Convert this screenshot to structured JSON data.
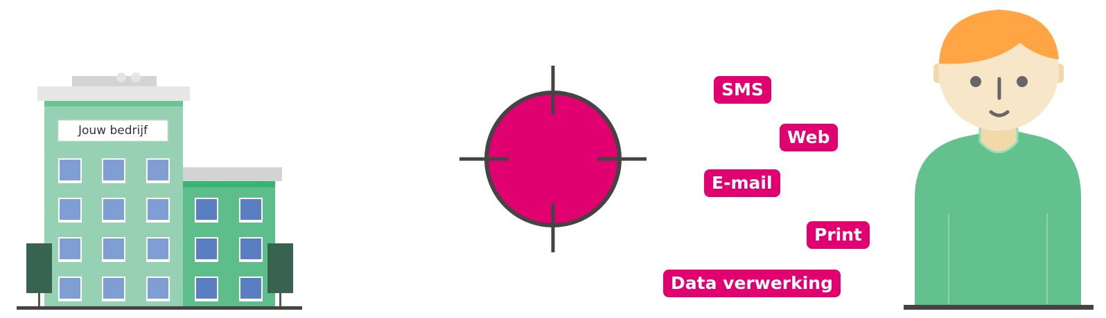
{
  "building": {
    "sign": "Jouw bedrijf"
  },
  "channels": [
    {
      "id": "sms",
      "label": "SMS"
    },
    {
      "id": "web",
      "label": "Web"
    },
    {
      "id": "email",
      "label": "E-mail"
    },
    {
      "id": "print",
      "label": "Print"
    },
    {
      "id": "data",
      "label": "Data verwerking"
    }
  ],
  "colors": {
    "accent": "#E0006F",
    "tall_building": "#96D1B3",
    "low_building": "#5DBE8C",
    "hair": "#FFA544",
    "skin": "#F7E6C8",
    "shirt": "#63C18D",
    "outline": "#444444"
  }
}
